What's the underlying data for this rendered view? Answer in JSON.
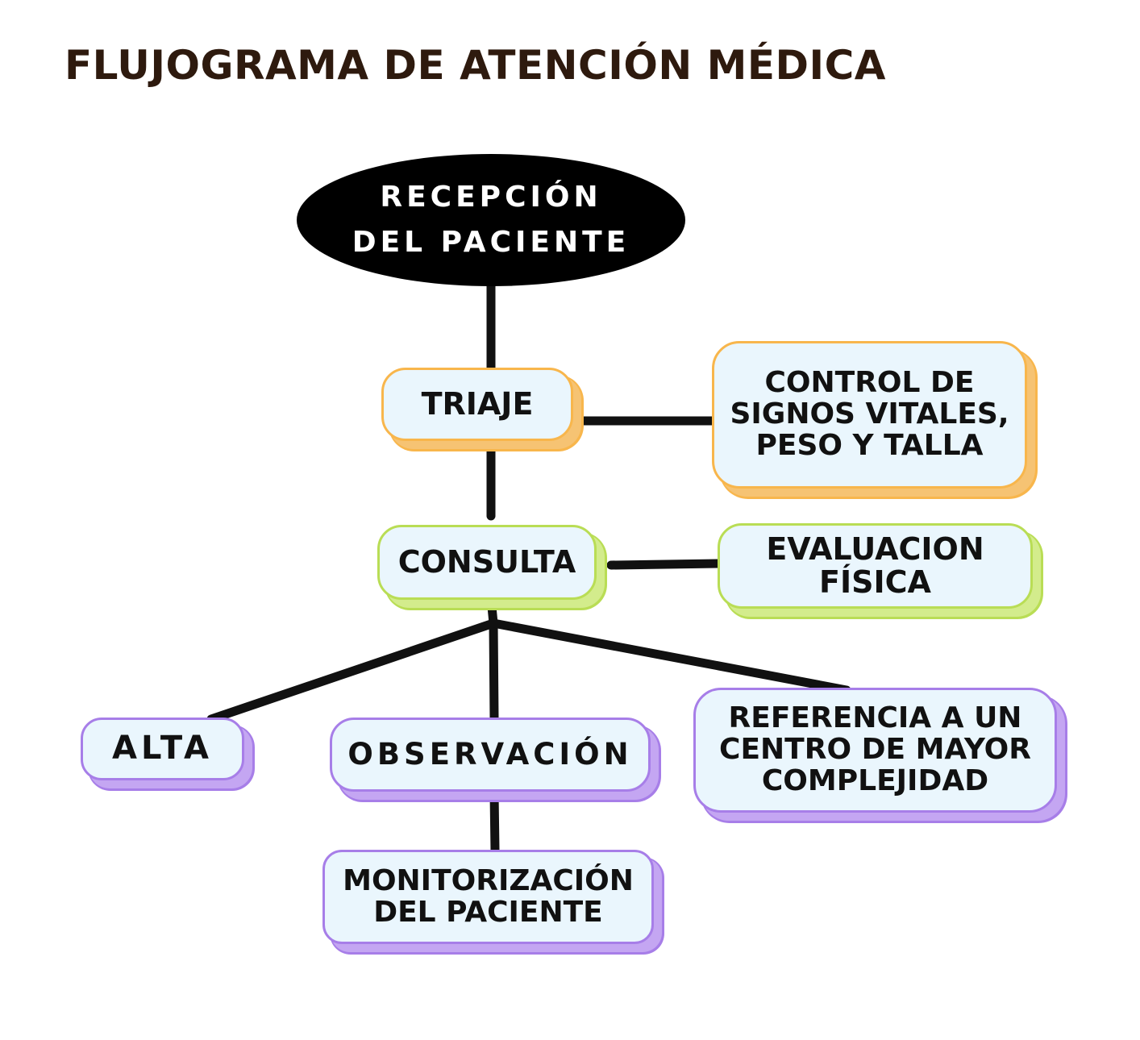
{
  "title": "FLUJOGRAMA DE ATENCIÓN MÉDICA",
  "nodes": {
    "reception": {
      "line1": "RECEPCIÓN",
      "line2": "DEL PACIENTE"
    },
    "triage": {
      "label": "TRIAJE"
    },
    "vitals": {
      "line1": "CONTROL DE",
      "line2": "SIGNOS VITALES,",
      "line3": "PESO Y TALLA"
    },
    "consultation": {
      "label": "CONSULTA"
    },
    "physical_exam": {
      "line1": "EVALUACION",
      "line2": "FÍSICA"
    },
    "discharge": {
      "label": "ALTA"
    },
    "observation": {
      "label": "OBSERVACIÓN"
    },
    "referral": {
      "line1": "REFERENCIA A UN",
      "line2": "CENTRO DE MAYOR",
      "line3": "COMPLEJIDAD"
    },
    "monitoring": {
      "line1": "MONITORIZACIÓN",
      "line2": "DEL PACIENTE"
    }
  },
  "colors": {
    "title": "#2e1a0e",
    "connector": "#111111",
    "node_fill": "#eaf6fd",
    "triage_group": "#f8b64c",
    "consultation_group": "#b9dd55",
    "outcome_group": "#a77ee8"
  }
}
